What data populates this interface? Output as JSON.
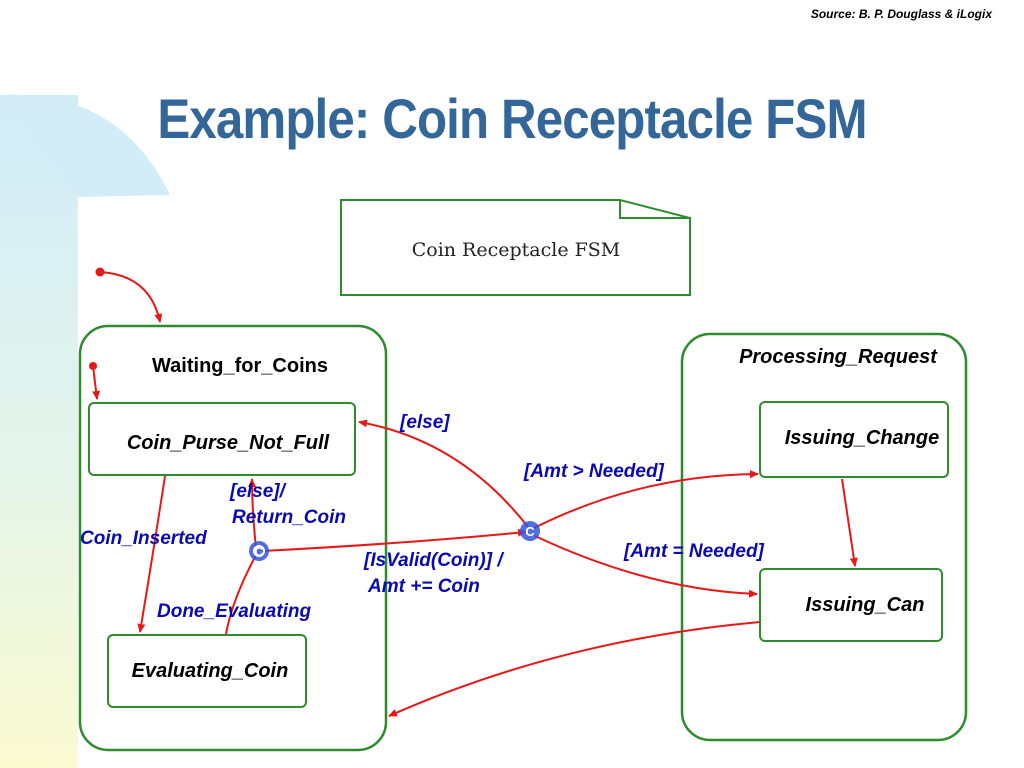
{
  "source": "Source: B. P. Douglass & iLogix",
  "title": "Example: Coin Receptacle FSM",
  "note": "Coin Receptacle FSM",
  "states": {
    "waiting": "Waiting_for_Coins",
    "coin_purse": "Coin_Purse_Not_Full",
    "evaluating": "Evaluating_Coin",
    "processing": "Processing_Request",
    "issuing_change": "Issuing_Change",
    "issuing_can": "Issuing_Can"
  },
  "labels": {
    "else_top": "[else]",
    "else_return_1": "[else]/",
    "else_return_2": "Return_Coin",
    "coin_inserted": "Coin_Inserted",
    "done_evaluating": "Done_Evaluating",
    "isvalid_1": "[IsValid(Coin)] /",
    "isvalid_2": "Amt += Coin",
    "amt_gt": "[Amt > Needed]",
    "amt_eq": "[Amt = Needed]"
  },
  "colors": {
    "title": "#336699",
    "state_border": "#2e8b2e",
    "transition": "#e81818",
    "label": "#0a0ab4",
    "junction": "#3355dd"
  }
}
